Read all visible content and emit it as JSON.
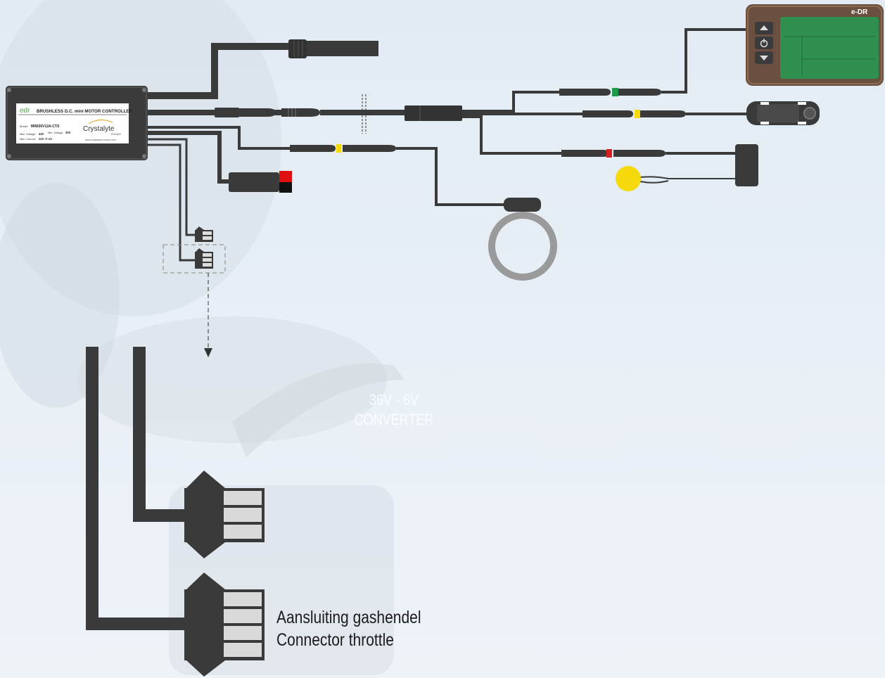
{
  "controller": {
    "logo": "edr",
    "title": "BRUSHLESS D.C. mini MOTOR CONTROLLER",
    "model_label": "Model:",
    "model_value": "MINI36V12A-CTS",
    "max_voltage_label": "Max. Voltage:",
    "max_voltage_value": "44V",
    "min_voltage_label": "Min. Voltage:",
    "min_voltage_value": "30V",
    "max_current_label": "Max. Current:",
    "max_current_value": "12A +/-1A",
    "brand_name": "Crystalyte",
    "brand_sub": "europe",
    "website": "www.crystalyte-europe.com"
  },
  "display": {
    "brand": "e-DR"
  },
  "converter": {
    "line1": "36V - 6V",
    "line2": "CONVERTER"
  },
  "throttle_connector": {
    "line1": "Aansluiting gashendel",
    "line2": "Connector throttle"
  },
  "colors": {
    "cable": "#3a3a3a",
    "connector_green": "#1f9a4a",
    "connector_yellow": "#f5d90a",
    "connector_red": "#d42020",
    "battery_red": "#e01010",
    "light_yellow": "#f5d90a",
    "display_screen": "#2f8f4e",
    "display_body": "#6b5040",
    "sensor_ring": "#9a9a9a"
  }
}
